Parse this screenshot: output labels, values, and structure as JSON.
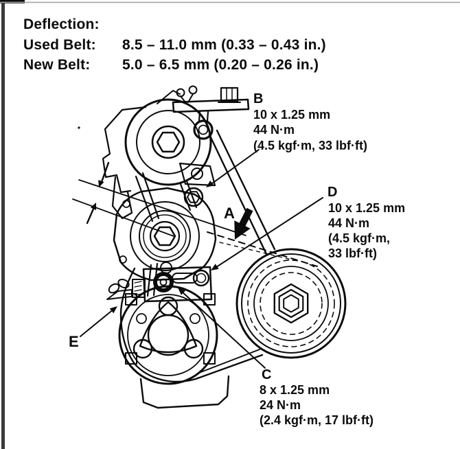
{
  "header": {
    "title": "Deflection:",
    "rows": [
      {
        "label": "Used Belt:",
        "value": "8.5 – 11.0 mm (0.33 – 0.43 in.)"
      },
      {
        "label": "New Belt:",
        "value": "5.0 – 6.5 mm (0.20 – 0.26 in.)"
      }
    ]
  },
  "callouts": {
    "a": {
      "letter": "A"
    },
    "b": {
      "letter": "B",
      "lines": [
        "10 x 1.25 mm",
        "44 N·m",
        "(4.5 kgf·m, 33 lbf·ft)"
      ]
    },
    "c": {
      "letter": "C",
      "lines": [
        "8 x 1.25 mm",
        "24 N·m",
        "(2.4 kgf·m, 17 lbf·ft)"
      ]
    },
    "d": {
      "letter": "D",
      "lines": [
        "10 x 1.25 mm",
        "44 N·m",
        "(4.5 kgf·m,",
        "33 lbf·ft)"
      ]
    },
    "e": {
      "letter": "E"
    }
  },
  "icons": {
    "diagram": "belt-pulley-routing-diagram",
    "pointers": [
      "arrow-b",
      "arrow-c",
      "arrow-d",
      "arrow-e",
      "arrow-a-bold",
      "deflection-gap-arrows"
    ]
  },
  "colors": {
    "ink": "#0b0b0b",
    "paper": "#ffffff"
  }
}
